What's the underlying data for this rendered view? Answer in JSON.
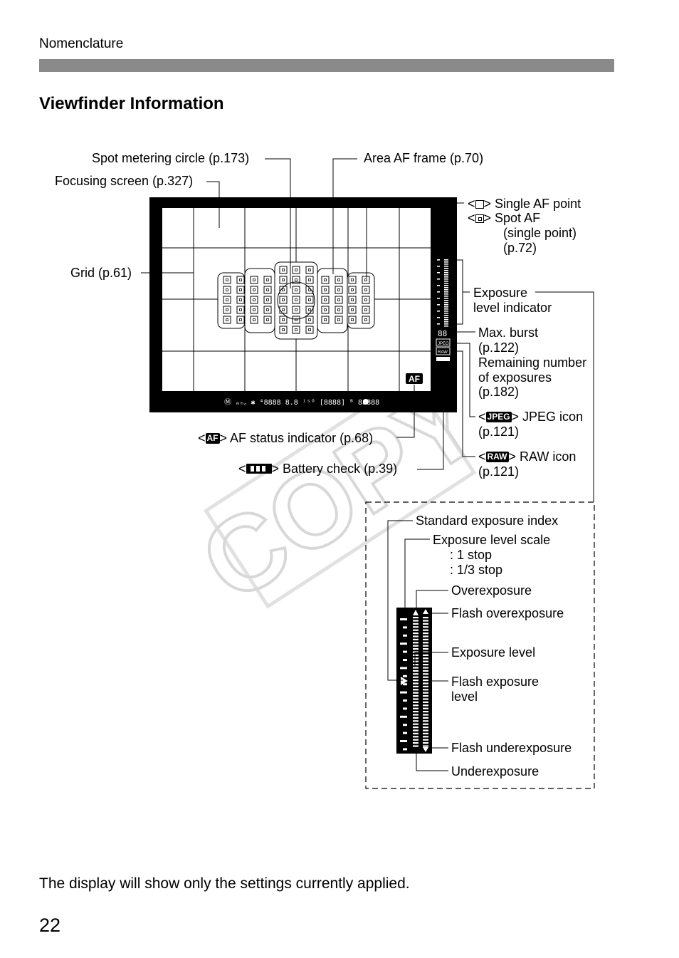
{
  "header": {
    "section": "Nomenclature",
    "title": "Viewfinder Information"
  },
  "labels": {
    "spot_metering": "Spot metering circle (p.173)",
    "focusing_screen": "Focusing screen (p.327)",
    "area_af": "Area AF frame (p.70)",
    "single_af": "> Single AF point",
    "spot_af": "> Spot AF",
    "spot_af_sub1": "(single point)",
    "spot_af_sub2": "(p.72)",
    "grid": "Grid (p.61)",
    "exposure_level_1": "Exposure",
    "exposure_level_2": "level indicator",
    "max_burst_1": "Max. burst",
    "max_burst_2": "(p.122)",
    "max_burst_3": "Remaining number",
    "max_burst_4": "of exposures",
    "max_burst_5": "(p.182)",
    "jpeg_1": "> JPEG icon",
    "jpeg_2": "(p.121)",
    "raw_1": "> RAW icon",
    "raw_2": "(p.121)",
    "af_status": "> AF status indicator (p.68)",
    "battery": "> Battery check (p.39)"
  },
  "icons": {
    "af": "AF",
    "jpeg": "JPEG",
    "raw": "RAW",
    "viewfinder_burst": "88",
    "viewfinder_status": "Ⓜ ₘₕ꜀ ✱ ⁴8888  8.8 ⁱˢᴼ [8888] ᴮ 88888"
  },
  "scale": {
    "standard_index": "Standard exposure index",
    "scale_title": "Exposure level scale",
    "scale_1": ": 1 stop",
    "scale_third": ": 1/3 stop",
    "overexposure": "Overexposure",
    "flash_over": "Flash overexposure",
    "exposure_level": "Exposure level",
    "flash_level_1": "Flash exposure",
    "flash_level_2": "level",
    "flash_under": "Flash underexposure",
    "underexposure": "Underexposure"
  },
  "watermark": "COPY",
  "footer": {
    "note": "The display will show only the settings currently applied.",
    "page_number": "22"
  }
}
